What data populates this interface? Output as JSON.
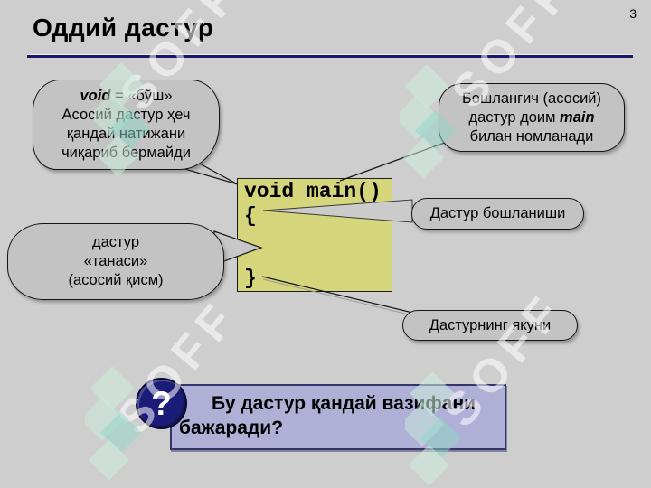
{
  "page_number": "3",
  "title": "Оддий дастур",
  "watermark": {
    "text": "SOFF"
  },
  "code_box": {
    "line1": "void main()",
    "line2": "{",
    "line3": "}"
  },
  "callouts": {
    "void_note": {
      "keyword": "void",
      "line1_rest": " = «бўш»",
      "line2": "Асосий дастур ҳеч",
      "line3": "қандай натижани",
      "line4": "чиқариб бермайди"
    },
    "main_note": {
      "line1": "Бошланғич (асосий)",
      "line2_pre": "дастур доим ",
      "keyword": "main",
      "line3": "билан номланади"
    },
    "body_note": {
      "line1": "дастур",
      "line2": "«танаси»",
      "line3": "(асосий қисм)"
    },
    "start_note": {
      "label": "Дастур бошланиши"
    },
    "end_note": {
      "label": "Дастурнинг якуни"
    }
  },
  "question": {
    "icon_glyph": "?",
    "line1": "Бу дастур қандай вазифани",
    "line2": "бажаради?"
  },
  "colors": {
    "background": "#cecece",
    "title_underline": "#17176b",
    "code_box_bg": "#d5d57b",
    "bubble_gray": "#c3c3c3",
    "question_panel_bg": "#b0b0d7",
    "question_panel_border": "#35356d",
    "question_icon_bg": "#1b1b78",
    "watermark_mint": "#c9ecd9",
    "watermark_teal": "#8fd8c6"
  }
}
